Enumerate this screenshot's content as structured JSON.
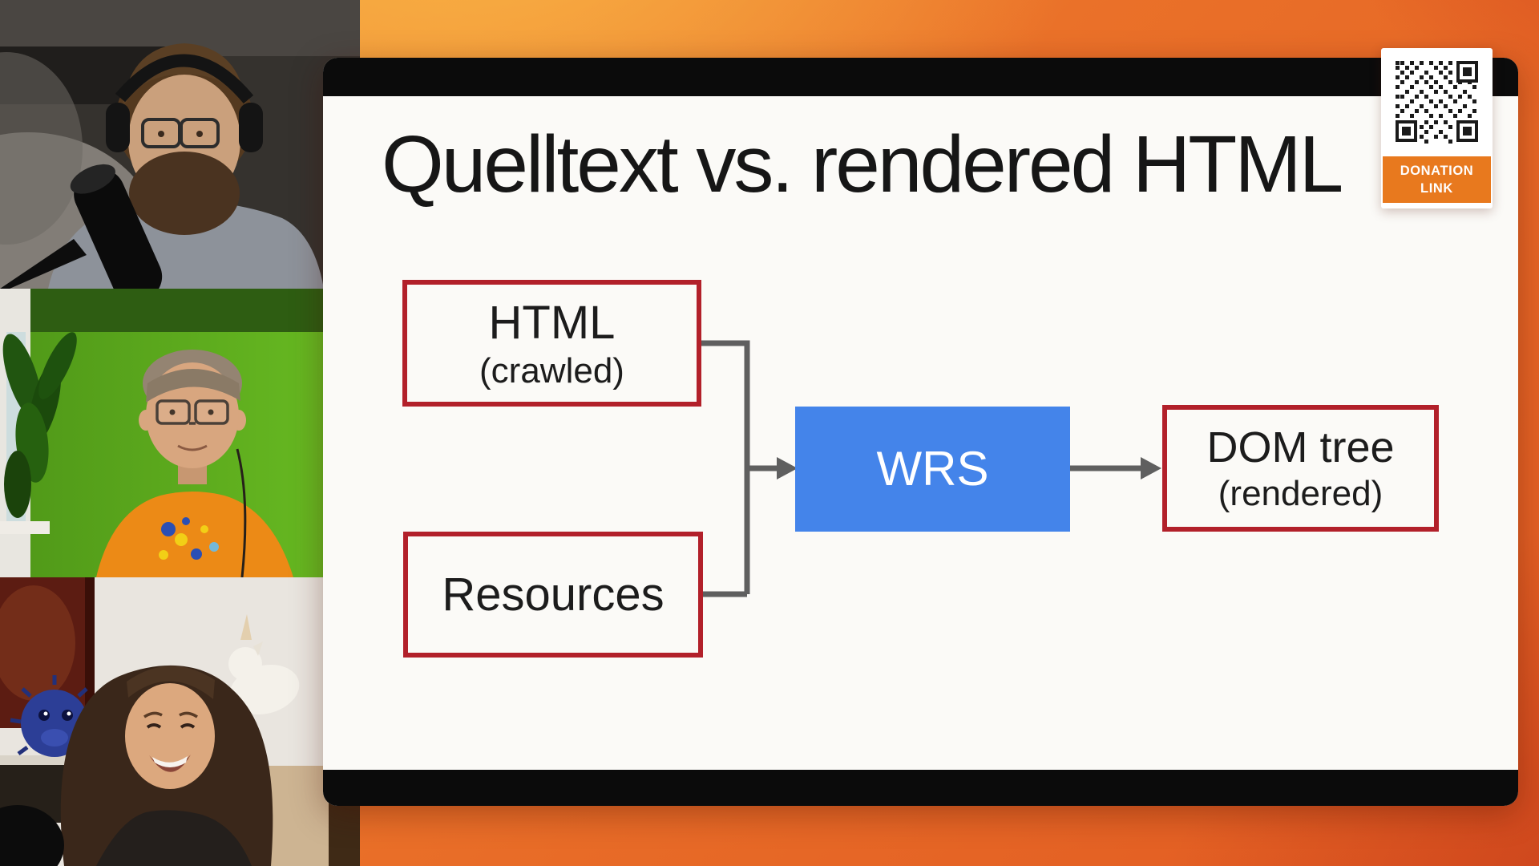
{
  "slide": {
    "title": "Quelltext vs. rendered HTML",
    "diagram": {
      "html_box": {
        "label": "HTML",
        "sublabel": "(crawled)"
      },
      "resources_box": {
        "label": "Resources"
      },
      "wrs_box": {
        "label": "WRS"
      },
      "dom_box": {
        "label": "DOM tree",
        "sublabel": "(rendered)"
      }
    },
    "colors": {
      "box_border_red": "#b2202a",
      "wrs_blue": "#4484ea",
      "connector_gray": "#5f5f5f",
      "slide_background": "#fbfaf7",
      "bar_black": "#0b0b0b"
    }
  },
  "donation": {
    "line1": "DONATION",
    "line2": "LINK",
    "background_color": "#e8791e"
  },
  "webcams": [
    {
      "id": "webcam-top",
      "person": "bearded man with glasses and headphones behind a studio microphone"
    },
    {
      "id": "webcam-middle",
      "person": "man with glasses in orange t-shirt in front of a green screen with a plant"
    },
    {
      "id": "webcam-bottom",
      "person": "smiling woman with long brown hair, blue crochet toy and unicorn figure on shelf"
    }
  ],
  "background": {
    "gradient_colors": [
      "#fab746",
      "#ea7129",
      "#bc3418"
    ]
  }
}
